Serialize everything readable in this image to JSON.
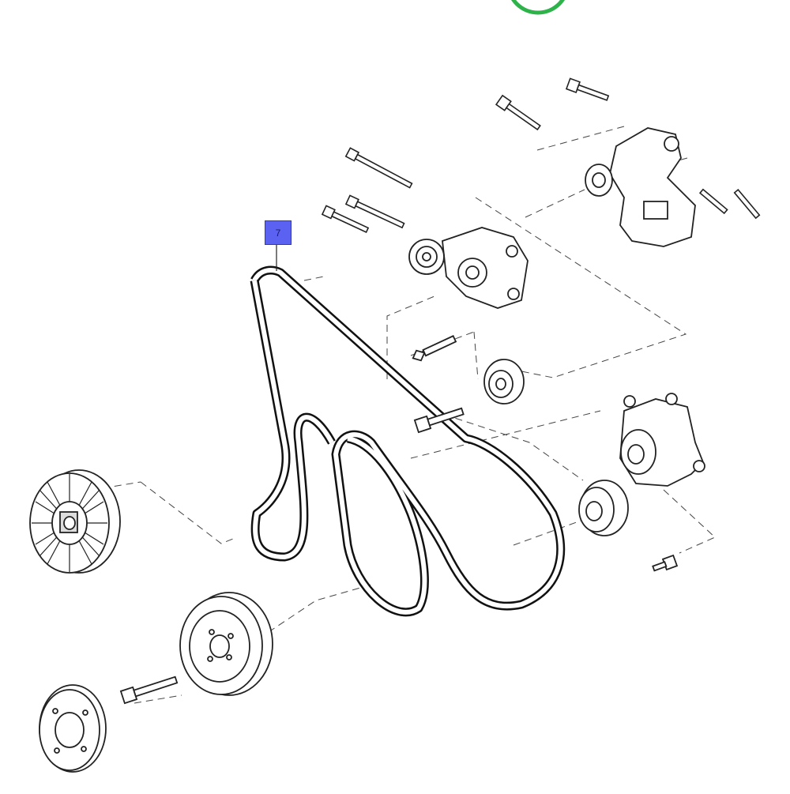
{
  "diagram": {
    "callout": {
      "number": "7",
      "part": "drive-belt",
      "color": "#5b61f0"
    },
    "parts": [
      "alternator-bracket-bolts",
      "power-steering-pump",
      "belt-tensioner",
      "idler-pulley",
      "water-pump",
      "water-pump-pulley",
      "alternator-pulley",
      "crankshaft-damper-pulley",
      "flexplate",
      "drive-belt"
    ],
    "badge_color": "#2db34a"
  }
}
